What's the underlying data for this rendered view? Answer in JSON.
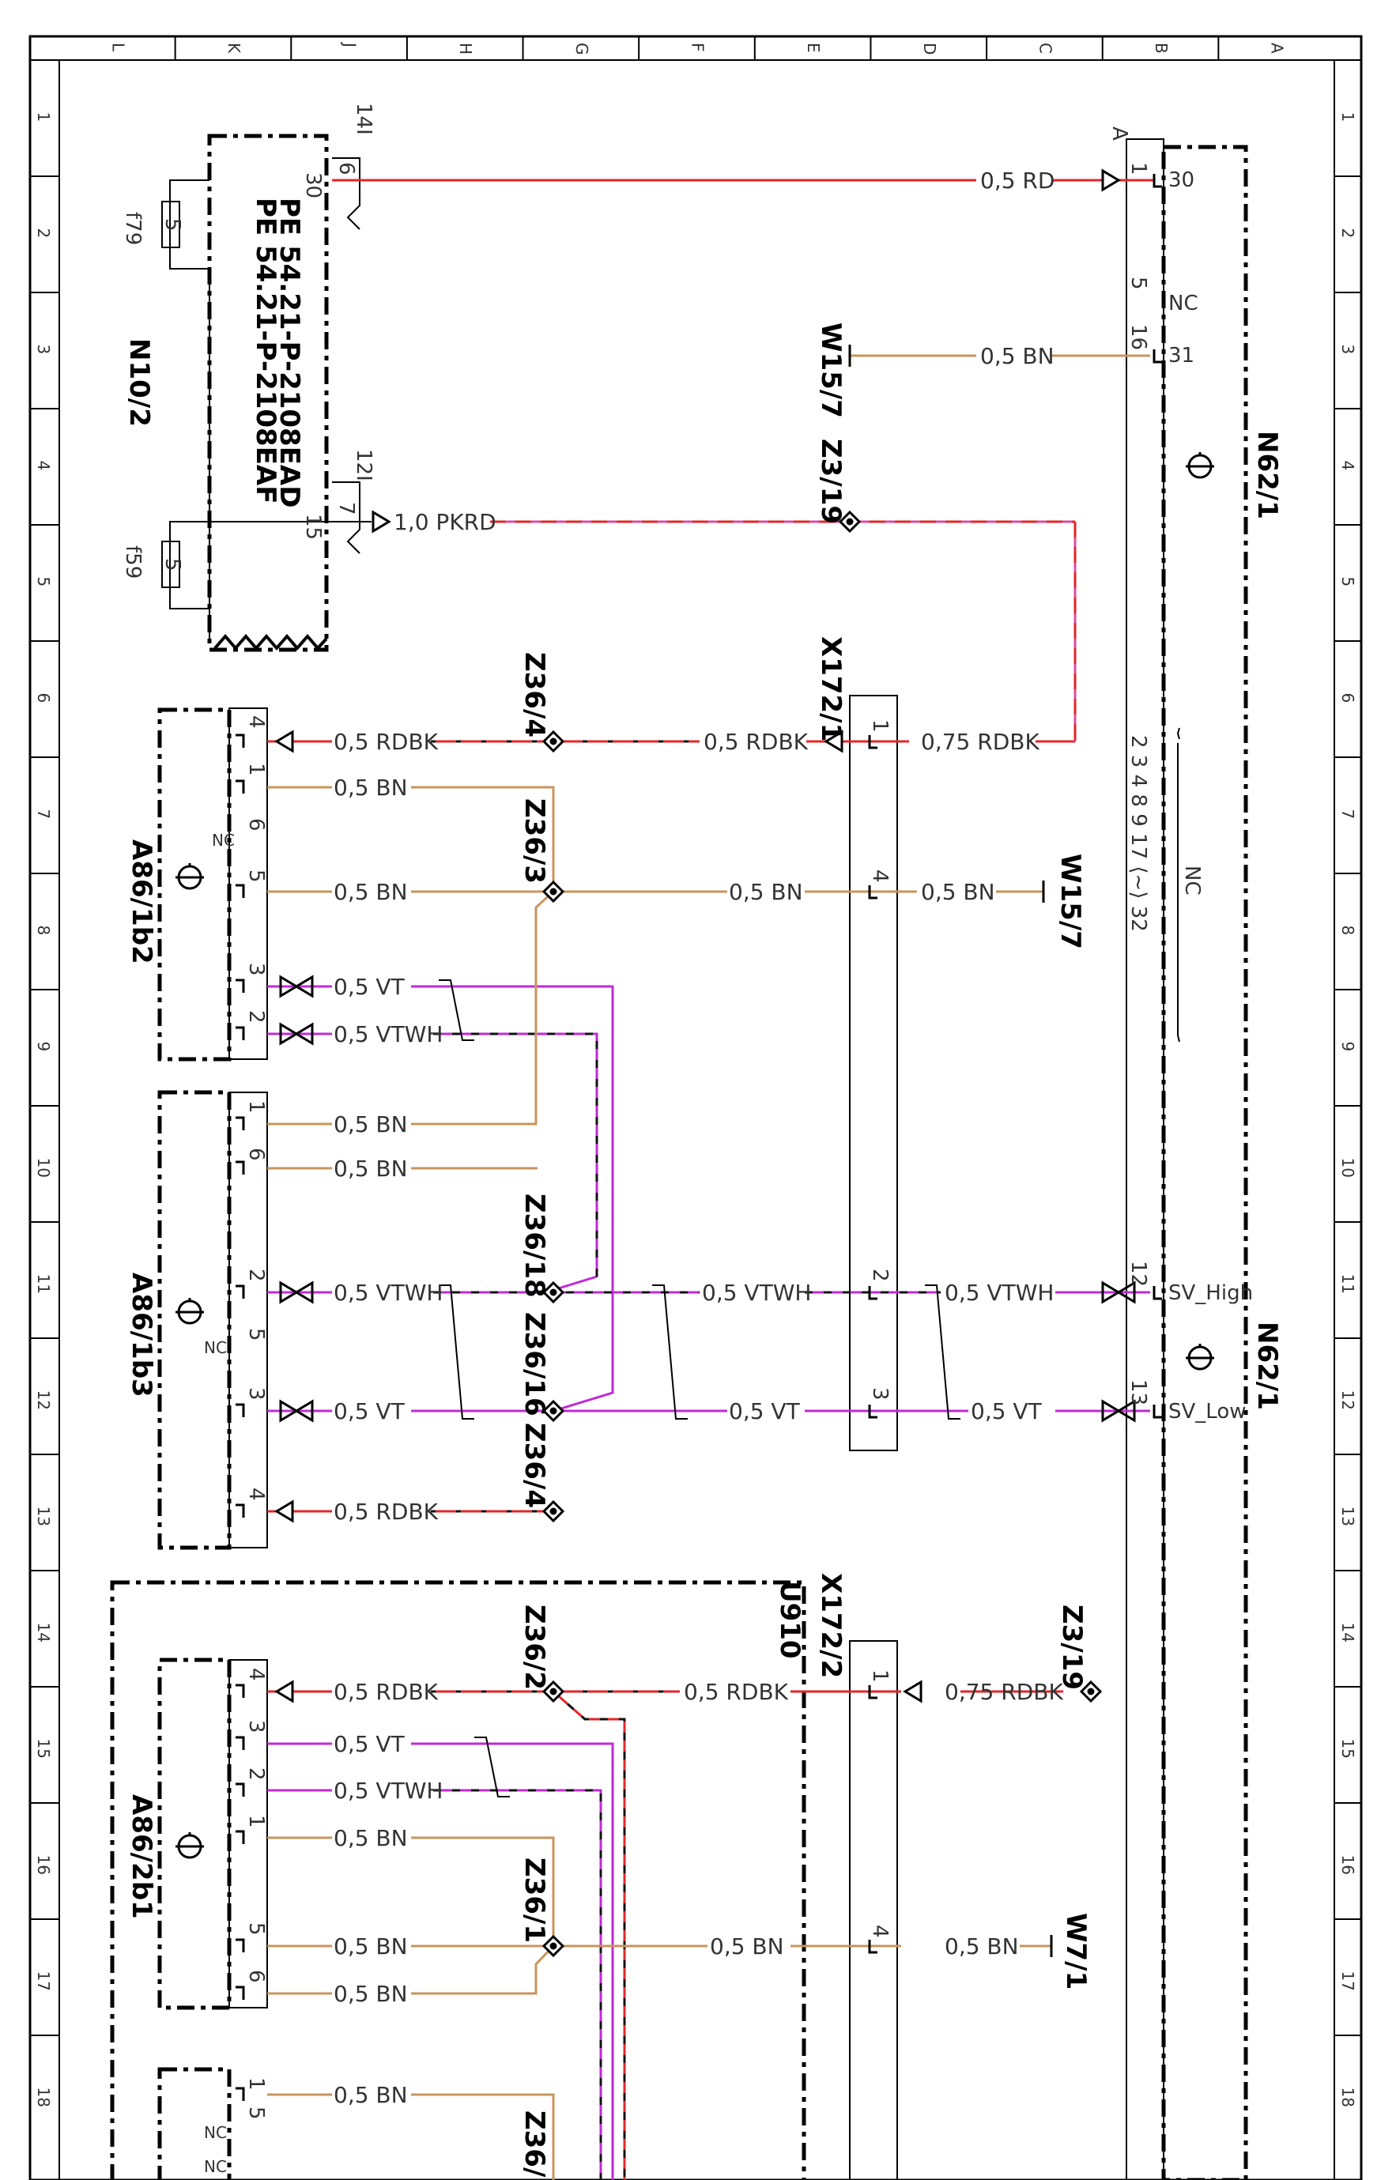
{
  "colors": {
    "red": "#e3262a",
    "brown": "#c8955c",
    "violet": "#c02ad6",
    "black": "#111111",
    "pink_dash": "#e3262a"
  },
  "grid": {
    "top_letters": [
      "L",
      "K",
      "J",
      "H",
      "G",
      "F",
      "E",
      "D",
      "C",
      "B",
      "A"
    ],
    "side_numbers": [
      "1",
      "2",
      "3",
      "4",
      "5",
      "6",
      "7",
      "8",
      "9",
      "10",
      "11",
      "12",
      "13",
      "14",
      "15",
      "16",
      "17",
      "18"
    ]
  },
  "components": {
    "n10_2": {
      "name": "N10/2",
      "fuse_top": "f79",
      "fuse_bottom": "f59",
      "fuse_value": "5",
      "ref1": "PE 54.21-P-2108EAD",
      "ref2": "PE 54.21-P-2108EAF",
      "conn_top": "14I",
      "conn_mid": "12I",
      "pin30": "30",
      "pin6": "6",
      "pin15": "15",
      "pin7": "7"
    },
    "n62_1": {
      "name": "N62/1",
      "name2": "N62/1",
      "letter_a": "A",
      "pin1": "1",
      "pin30": "30",
      "pin5": "5",
      "nc": "NC",
      "pin16": "16",
      "pin31": "31",
      "pins_group": "2  3  4  8  9  17 ⟨~⟩ 32",
      "nc_group": "NC",
      "pin12": "12",
      "sv_high": "SV_High",
      "pin13": "13",
      "sv_low": "SV_Low"
    },
    "x172_1": {
      "name": "X172/1",
      "p1": "1",
      "p4": "4",
      "p2": "2",
      "p3": "3"
    },
    "x172_2": {
      "name": "X172/2",
      "u910": "U910",
      "p1": "1",
      "p4": "4"
    },
    "a86_1b2": {
      "name": "A86/1b2",
      "p4": "4",
      "p1": "1",
      "p6": "6",
      "nc": "NC",
      "p5": "5",
      "p3": "3",
      "p2": "2"
    },
    "a86_1b3": {
      "name": "A86/1b3",
      "p1": "1",
      "p6": "6",
      "p2": "2",
      "p5": "5",
      "nc": "NC",
      "p3": "3",
      "p4": "4"
    },
    "a86_2b1": {
      "name": "A86/2b1",
      "p4": "4",
      "p3": "3",
      "p2": "2",
      "p1": "1",
      "p5": "5",
      "p6": "6"
    },
    "a86_bottom": {
      "p1": "1",
      "p5": "5",
      "nc1": "NC",
      "nc2": "NC"
    }
  },
  "wires": {
    "rd05": "0,5 RD",
    "bn05a": "0,5 BN",
    "pkrd": "1,0 PKRD",
    "rdbk075": "0,75 RDBK",
    "rdbk05a": "0,5 RDBK",
    "rdbk05b": "0,5 RDBK",
    "bn_7a": "0,5 BN",
    "bn_8a": "0,5 BN",
    "bn_8b": "0,5 BN",
    "bn_8c": "0,5 BN",
    "vt_8": "0,5 VT",
    "vtwh_9": "0,5 VTWH",
    "bn_10a": "0,5 BN",
    "bn_10b": "0,5 BN",
    "vtwh_11a": "0,5 VTWH",
    "vtwh_11b": "0,5 VTWH",
    "vtwh_11c": "0,5 VTWH",
    "vt_12a": "0,5 VT",
    "vt_12b": "0,5 VT",
    "vt_12c": "0,5 VT",
    "rdbk_13": "0,5 RDBK",
    "rdbk_15a": "0,5 RDBK",
    "rdbk_15b": "0,5 RDBK",
    "rdbk075_15": "0,75 RDBK",
    "vt_15": "0,5 VT",
    "vtwh_15": "0,5 VTWH",
    "bn_16": "0,5 BN",
    "bn_17a": "0,5 BN",
    "bn_17b": "0,5 BN",
    "bn_17c": "0,5 BN",
    "bn_17d": "0,5 BN",
    "bn_18": "0,5 BN"
  },
  "splices": {
    "z3_19a": "Z3/19",
    "z3_19b": "Z3/19",
    "z36_4a": "Z36/4",
    "z36_3": "Z36/3",
    "z36_18": "Z36/18",
    "z36_16": "Z36/16",
    "z36_4b": "Z36/4",
    "z36_2": "Z36/2",
    "z36_1": "Z36/1",
    "z36_x": "Z36/"
  },
  "grounds": {
    "w15_7a": "W15/7",
    "w15_7b": "W15/7",
    "w7_1": "W7/1"
  }
}
